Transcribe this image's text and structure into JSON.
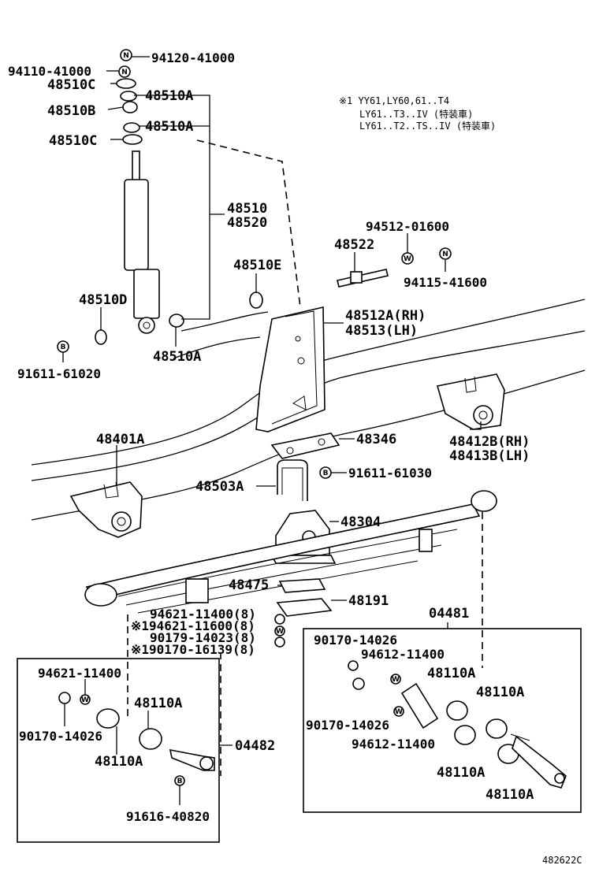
{
  "diagram_id": "482622C",
  "note_lines": [
    "※1 YY61,LY60,61..T4",
    "LY61..T3..IV (特装車)",
    "LY61..T2..TS..IV (特装車)"
  ],
  "labels": {
    "p94120_41000": "94120-41000",
    "p94110_41000": "94110-41000",
    "p48510C_top": "48510C",
    "p48510A_1": "48510A",
    "p48510B": "48510B",
    "p48510A_2": "48510A",
    "p48510C_bot": "48510C",
    "p48510": "48510",
    "p48520": "48520",
    "p94512_01600": "94512-01600",
    "p48522": "48522",
    "p48510E": "48510E",
    "p94115_41600": "94115-41600",
    "p48510D": "48510D",
    "p48512A": "48512A(RH)",
    "p48513": "48513(LH)",
    "p48510A_3": "48510A",
    "p91611_61020": "91611-61020",
    "p48412B": "48412B(RH)",
    "p48413B": "48413B(LH)",
    "p48401A": "48401A",
    "p48346": "48346",
    "p48503A": "48503A",
    "p91611_61030": "91611-61030",
    "p48304": "48304",
    "p48475": "48475",
    "p48191": "48191",
    "p04481": "04481",
    "p94621_11400_8": "94621-11400(8)",
    "p94621_11600_8": "※194621-11600(8)",
    "p90179_14023_8": "90179-14023(8)",
    "p90170_16139_8": "※190170-16139(8)",
    "p90170_14026_a": "90170-14026",
    "p94612_11400_a": "94612-11400",
    "p48110A_r1": "48110A",
    "p48110A_r2": "48110A",
    "p90170_14026_b": "90170-14026",
    "p94612_11400_b": "94612-11400",
    "p48110A_r3": "48110A",
    "p48110A_r4": "48110A",
    "p94621_11400_l": "94621-11400",
    "p48110A_l1": "48110A",
    "p90170_14026_l": "90170-14026",
    "p04482": "04482",
    "p48110A_l2": "48110A",
    "p91616_40820": "91616-40820"
  },
  "fastener_letters": {
    "n": "N",
    "w": "W",
    "b": "B"
  }
}
